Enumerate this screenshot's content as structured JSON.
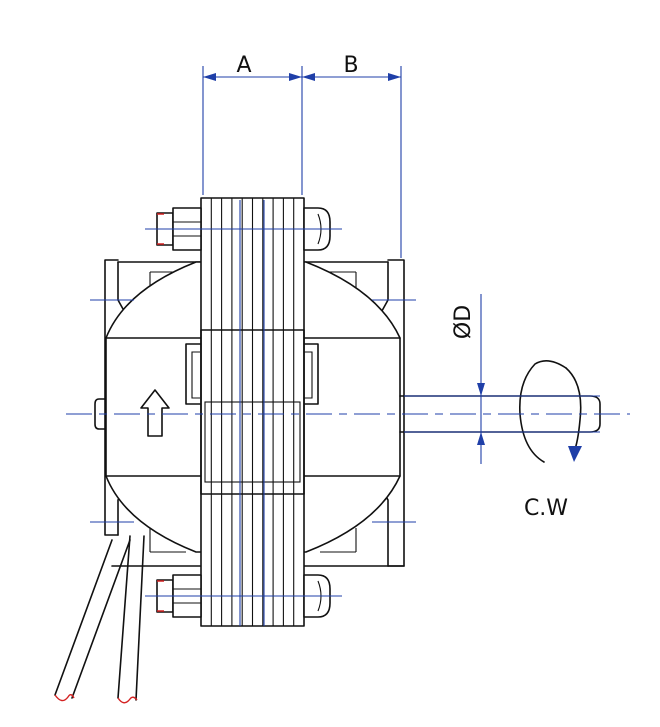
{
  "labels": {
    "dim_a": "A",
    "dim_b": "B",
    "dim_d": "ØD",
    "rotation": "C.W"
  },
  "colors": {
    "outline": "#111111",
    "dimension": "#1f3fa8",
    "wire_end": "#d42222",
    "background": "#ffffff"
  }
}
